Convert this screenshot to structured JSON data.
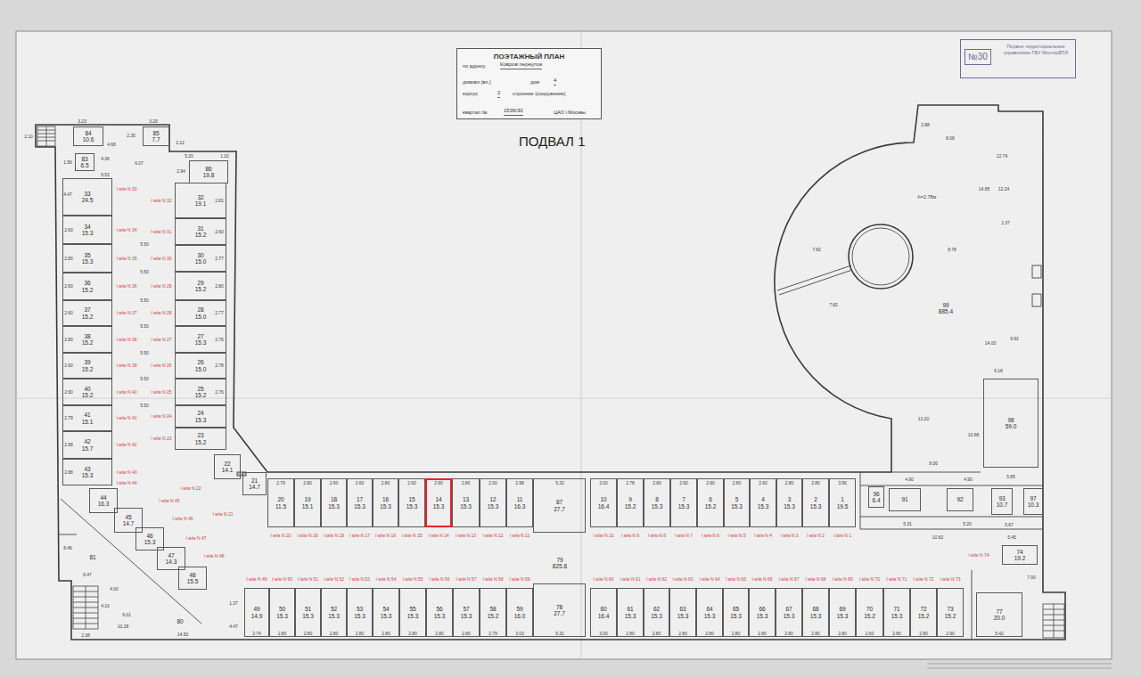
{
  "diagram": {
    "title": "ПОДВАЛ 1",
    "nodes": [
      {
        "text": [
          "ПОЭТАЖНЫЙ ПЛАН",
          "по адресу",
          "Ковров переулок",
          "домовл.(вл.)",
          "дом",
          "4",
          "корпус",
          "2",
          "строение (сооружение)",
          "квартал №",
          "1536/30",
          "ЦАО г.Москвы"
        ]
      },
      {
        "text": [
          "№30",
          "Первое территориальное управление ГБУ МосгорБТИ"
        ]
      },
      {
        "text": [
          "84",
          "10.6"
        ]
      },
      {
        "text": [
          "85",
          "7.7"
        ]
      },
      {
        "text": [
          "83",
          "6.5"
        ]
      },
      {
        "text": [
          "86",
          "19.8"
        ]
      },
      {
        "text": [
          "33",
          "24.5"
        ]
      },
      {
        "text": [
          "34",
          "15.3"
        ]
      },
      {
        "text": [
          "35",
          "15.3"
        ]
      },
      {
        "text": [
          "36",
          "15.2"
        ]
      },
      {
        "text": [
          "37",
          "15.2"
        ]
      },
      {
        "text": [
          "38",
          "15.2"
        ]
      },
      {
        "text": [
          "39",
          "15.2"
        ]
      },
      {
        "text": [
          "40",
          "15.2"
        ]
      },
      {
        "text": [
          "41",
          "15.1"
        ]
      },
      {
        "text": [
          "42",
          "15.7"
        ]
      },
      {
        "text": [
          "43",
          "15.3"
        ]
      },
      {
        "text": [
          "32",
          "19.1"
        ]
      },
      {
        "text": [
          "31",
          "15.2"
        ]
      },
      {
        "text": [
          "30",
          "15.0"
        ]
      },
      {
        "text": [
          "29",
          "15.2"
        ]
      },
      {
        "text": [
          "28",
          "15.0"
        ]
      },
      {
        "text": [
          "27",
          "15.3"
        ]
      },
      {
        "text": [
          "26",
          "15.0"
        ]
      },
      {
        "text": [
          "25",
          "15.2"
        ]
      },
      {
        "text": [
          "24",
          "15.3"
        ]
      },
      {
        "text": [
          "23",
          "15.2"
        ]
      },
      {
        "text": [
          "44",
          "16.3"
        ]
      },
      {
        "text": [
          "45",
          "14.7"
        ]
      },
      {
        "text": [
          "46",
          "15.3"
        ]
      },
      {
        "text": [
          "47",
          "14.3"
        ]
      },
      {
        "text": [
          "48",
          "15.5"
        ]
      },
      {
        "text": [
          "22",
          "14.1"
        ]
      },
      {
        "text": [
          "21",
          "14.7"
        ]
      },
      {
        "text": [
          "81"
        ]
      },
      {
        "text": [
          "80"
        ]
      },
      {
        "text": [
          "20",
          "11.5"
        ]
      },
      {
        "text": [
          "19",
          "15.1"
        ]
      },
      {
        "text": [
          "18",
          "15.3"
        ]
      },
      {
        "text": [
          "17",
          "15.3"
        ]
      },
      {
        "text": [
          "16",
          "15.3"
        ]
      },
      {
        "text": [
          "15",
          "15.3"
        ]
      },
      {
        "text": [
          "14",
          "15.3"
        ]
      },
      {
        "text": [
          "13",
          "15.3"
        ]
      },
      {
        "text": [
          "12",
          "15.3"
        ]
      },
      {
        "text": [
          "11",
          "16.3"
        ]
      },
      {
        "text": [
          "87",
          "27.7"
        ]
      },
      {
        "text": [
          "10",
          "16.4"
        ]
      },
      {
        "text": [
          "9",
          "15.2"
        ]
      },
      {
        "text": [
          "8",
          "15.3"
        ]
      },
      {
        "text": [
          "7",
          "15.3"
        ]
      },
      {
        "text": [
          "6",
          "15.2"
        ]
      },
      {
        "text": [
          "5",
          "15.3"
        ]
      },
      {
        "text": [
          "4",
          "15.3"
        ]
      },
      {
        "text": [
          "3",
          "15.3"
        ]
      },
      {
        "text": [
          "2",
          "15.3"
        ]
      },
      {
        "text": [
          "1",
          "19.5"
        ]
      },
      {
        "text": [
          "96",
          "6.4"
        ]
      },
      {
        "text": [
          "91"
        ]
      },
      {
        "text": [
          "92"
        ]
      },
      {
        "text": [
          "93",
          "10.7"
        ]
      },
      {
        "text": [
          "97",
          "10.3"
        ]
      },
      {
        "text": [
          "99",
          "885.4"
        ]
      },
      {
        "text": [
          "98",
          "59.0"
        ]
      },
      {
        "text": [
          "79",
          "825.8"
        ]
      },
      {
        "text": [
          "74",
          "19.2"
        ]
      },
      {
        "text": [
          "49",
          "14.9"
        ]
      },
      {
        "text": [
          "50",
          "15.3"
        ]
      },
      {
        "text": [
          "51",
          "15.3"
        ]
      },
      {
        "text": [
          "52",
          "15.3"
        ]
      },
      {
        "text": [
          "53",
          "15.3"
        ]
      },
      {
        "text": [
          "54",
          "15.3"
        ]
      },
      {
        "text": [
          "55",
          "15.3"
        ]
      },
      {
        "text": [
          "56",
          "15.3"
        ]
      },
      {
        "text": [
          "57",
          "15.3"
        ]
      },
      {
        "text": [
          "58",
          "15.2"
        ]
      },
      {
        "text": [
          "59",
          "16.0"
        ]
      },
      {
        "text": [
          "78",
          "27.7"
        ]
      },
      {
        "text": [
          "60",
          "16.4"
        ]
      },
      {
        "text": [
          "61",
          "15.3"
        ]
      },
      {
        "text": [
          "62",
          "15.3"
        ]
      },
      {
        "text": [
          "63",
          "15.3"
        ]
      },
      {
        "text": [
          "64",
          "15.3"
        ]
      },
      {
        "text": [
          "65",
          "15.3"
        ]
      },
      {
        "text": [
          "66",
          "15.3"
        ]
      },
      {
        "text": [
          "67",
          "15.3"
        ]
      },
      {
        "text": [
          "68",
          "15.3"
        ]
      },
      {
        "text": [
          "69",
          "15.3"
        ]
      },
      {
        "text": [
          "70",
          "15.2"
        ]
      },
      {
        "text": [
          "71",
          "15.3"
        ]
      },
      {
        "text": [
          "72",
          "15.2"
        ]
      },
      {
        "text": [
          "73",
          "15.2"
        ]
      },
      {
        "text": [
          "77",
          "20.0"
        ]
      }
    ],
    "labels": [
      "I м/м N 1",
      "I м/м N 2",
      "I м/м N 3",
      "I м/м N 4",
      "I м/м N 5",
      "I м/м N 6",
      "I м/м N 7",
      "I м/м N 8",
      "I м/м N 9",
      "I м/м N 10",
      "I м/м N 11",
      "I м/м N 12",
      "I м/м N 13",
      "I м/м N 14",
      "I м/м N 15",
      "I м/м N 16",
      "I м/м N 17",
      "I м/м N 18",
      "I м/м N 19",
      "I м/м N 20",
      "I м/м N 49",
      "I м/м N 50",
      "I м/м N 51",
      "I м/м N 52",
      "I м/м N 53",
      "I м/м N 54",
      "I м/м N 55",
      "I м/м N 56",
      "I м/м N 57",
      "I м/м N 58",
      "I м/м N 59",
      "I м/м N 60",
      "I м/м N 61",
      "I м/м N 62",
      "I м/м N 63",
      "I м/м N 64",
      "I м/м N 65",
      "I м/м N 66",
      "I м/м N 67",
      "I м/м N 68",
      "I м/м N 69",
      "I м/м N 70",
      "I м/м N 71",
      "I м/м N 72",
      "I м/м N 73",
      "I м/м N 21",
      "I м/м N 22",
      "I м/м N 23",
      "I м/м N 24",
      "I м/м N 25",
      "I м/м N 26",
      "I м/м N 27",
      "I м/м N 28",
      "I м/м N 29",
      "I м/м N 30",
      "I м/м N 31",
      "I м/м N 32",
      "I м/м N 33",
      "I м/м N 34",
      "I м/м N 35",
      "I м/м N 36",
      "I м/м N 37",
      "I м/м N 38",
      "I м/м N 39",
      "I м/м N 40",
      "I м/м N 41",
      "I м/м N 42",
      "I м/м N 43",
      "I м/м N 44",
      "I м/м N 45",
      "I м/м N 46",
      "I м/м N 47",
      "I м/м N 48",
      "I м/м N 74",
      "2.79",
      "2.80",
      "2.60",
      "2.60",
      "2.80",
      "2.60",
      "2.60",
      "2.80",
      "2.00",
      "2.98",
      "5.32",
      "3.00",
      "2.78",
      "2.80",
      "2.60",
      "2.80",
      "2.80",
      "2.60",
      "2.80",
      "2.80",
      "3.56",
      "2.74",
      "2.80",
      "2.80",
      "2.80",
      "2.80",
      "2.80",
      "2.80",
      "2.80",
      "2.80",
      "2.79",
      "3.03",
      "5.31",
      "3.00",
      "2.80",
      "2.80",
      "2.80",
      "2.80",
      "2.80",
      "2.80",
      "2.80",
      "2.80",
      "2.80",
      "2.60",
      "2.80",
      "2.80",
      "2.90",
      "2.88",
      "8.08",
      "12.74",
      "14.85",
      "12.24",
      "h=2.78м",
      "1.37",
      "7.82",
      "8.78",
      "7.82",
      "9.92",
      "14.00",
      "6.18",
      "13.20",
      "10.88",
      "8.06",
      "5.85",
      "4.90",
      "4.90",
      "5.31",
      "5.20",
      "10.82",
      "5.67",
      "5.45",
      "7.00",
      "5.42",
      "4.47",
      "6.07",
      "5.52",
      "2.60",
      "2.80",
      "2.60",
      "2.60",
      "2.80",
      "2.60",
      "2.60",
      "2.79",
      "2.88",
      "2.88",
      "2.81",
      "2.60",
      "2.77",
      "2.80",
      "2.77",
      "2.76",
      "2.78",
      "2.76",
      "5.50",
      "5.50",
      "5.50",
      "5.50",
      "5.50",
      "5.50",
      "5.50",
      "2.10",
      "3.23",
      "4.68",
      "2.35",
      "3.29",
      "2.12",
      "4.36",
      "1.56",
      "5.20",
      "1.02",
      "2.94",
      "8.46",
      "6.47",
      "4.10",
      "4.00",
      "6.01",
      "10.28",
      "2.38",
      "14.50",
      "1.37",
      "4.47"
    ]
  }
}
